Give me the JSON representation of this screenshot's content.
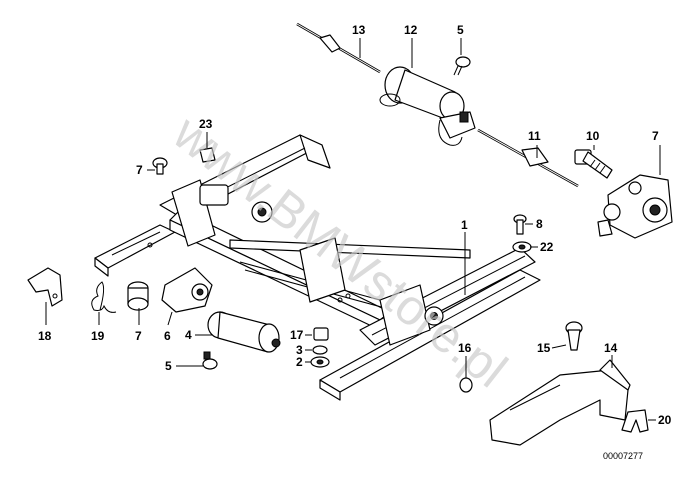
{
  "diagram": {
    "watermark": "www.BMWstore.pl",
    "doc_number": "00007277",
    "callouts": [
      "1",
      "2",
      "3",
      "4",
      "5",
      "5",
      "6",
      "7",
      "8",
      "9",
      "10",
      "11",
      "12",
      "13",
      "14",
      "15",
      "16",
      "17",
      "18",
      "19",
      "20",
      "21",
      "22",
      "23"
    ]
  },
  "icons": [
    "seat-rail-frame",
    "motor",
    "drive-cable",
    "bracket",
    "screw",
    "washer",
    "nut",
    "clip",
    "spring",
    "cover-trim",
    "plug"
  ]
}
